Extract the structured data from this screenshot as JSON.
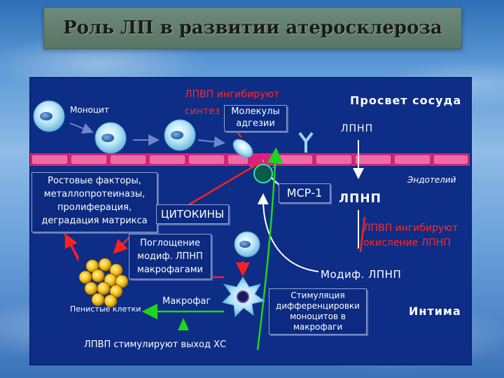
{
  "title": "Роль ЛП в развитии атеросклероза",
  "labels": {
    "monocyte": "Моноцит",
    "hdl_inhibit_line1": "ЛПВП ингибируют",
    "hdl_inhibit_line2": "синтез",
    "adhesion_line1": "Молекулы",
    "adhesion_line2": "адгезии",
    "lumen": "Просвет сосуда",
    "ldl_top": "ЛПНП",
    "endothelium": "Эндотелий",
    "growth_line1": "Ростовые факторы,",
    "growth_line2": "металлопротеиназы,",
    "growth_line3": "пролиферация,",
    "growth_line4": "деградация матрикса",
    "mcp1": "МСР-1",
    "ldl_mid": "ЛПНП",
    "cytokines": "ЦИТОКИНЫ",
    "hdl_oxid_line1": "ЛПВП ингибируют",
    "hdl_oxid_line2": "окисление ЛПНП",
    "uptake_line1": "Поглощение",
    "uptake_line2": "модиф. ЛПНП",
    "uptake_line3": "макрофагами",
    "modif_ldl": "Модиф. ЛПНП",
    "foam_cells": "Пенистые клетки",
    "macrophage": "Макрофаг",
    "stim_line1": "Стимуляция",
    "stim_line2": "дифференцировки",
    "stim_line3": "моноцитов в",
    "stim_line4": "макрофаги",
    "intima": "Интима",
    "hdl_efflux": "ЛПВП стимулируют выход ХС"
  },
  "colors": {
    "panel": "#0d2d86",
    "endothelium": "#e0207e",
    "cell": "#9ad7f2",
    "foam": "#f2c21a",
    "red_arrow": "#ff2020",
    "green_arrow": "#1ed41e",
    "label_red": "#ff2a2a"
  }
}
